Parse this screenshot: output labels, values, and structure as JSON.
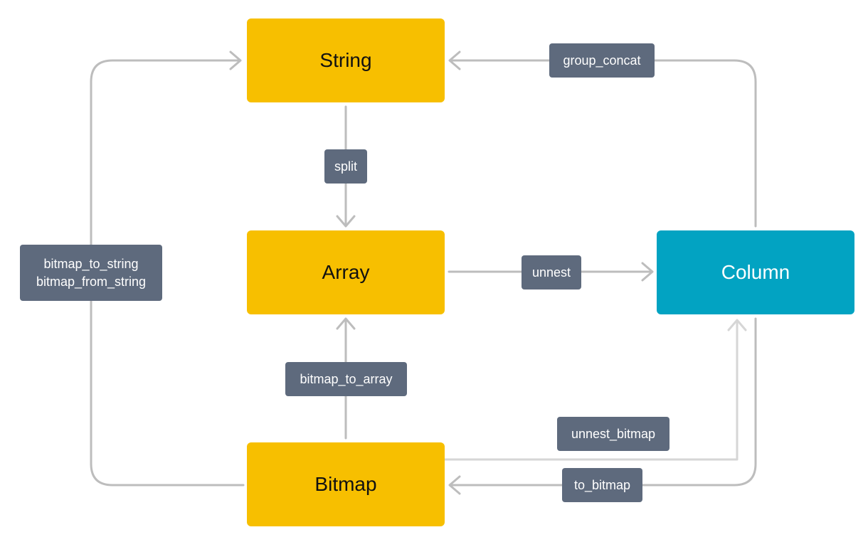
{
  "nodes": {
    "string": {
      "label": "String"
    },
    "array": {
      "label": "Array"
    },
    "bitmap": {
      "label": "Bitmap"
    },
    "column": {
      "label": "Column"
    }
  },
  "edges": {
    "group_concat": {
      "label": "group_concat"
    },
    "split": {
      "label": "split"
    },
    "unnest": {
      "label": "unnest"
    },
    "bitmap_to_array": {
      "label": "bitmap_to_array"
    },
    "unnest_bitmap": {
      "label": "unnest_bitmap"
    },
    "to_bitmap": {
      "label": "to_bitmap"
    },
    "bitmap_string": {
      "line1": "bitmap_to_string",
      "line2": "bitmap_from_string"
    }
  },
  "colors": {
    "node_yellow": "#F7BF00",
    "node_teal": "#02A3C2",
    "label_bg": "#5E6A7D",
    "connector": "#BDBDBD"
  }
}
